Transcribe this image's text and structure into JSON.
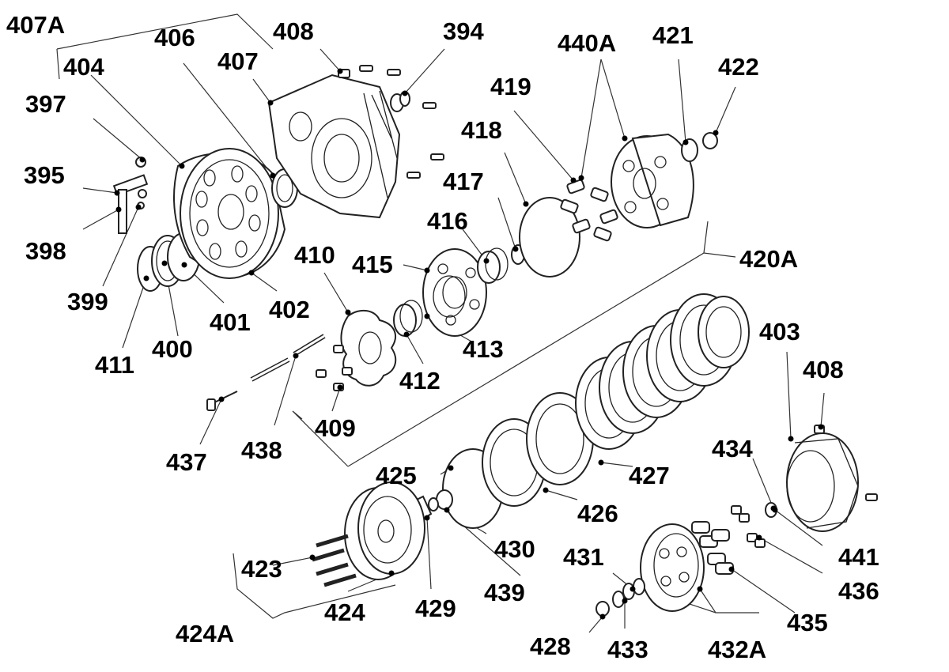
{
  "diagram": {
    "labels": [
      "407A",
      "404",
      "406",
      "408",
      "407",
      "394",
      "397",
      "395",
      "398",
      "399",
      "411",
      "400",
      "401",
      "402",
      "410",
      "415",
      "412",
      "413",
      "409",
      "437",
      "438",
      "416",
      "417",
      "418",
      "419",
      "440A",
      "421",
      "422",
      "420A",
      "403",
      "408",
      "425",
      "426",
      "427",
      "430",
      "439",
      "429",
      "424",
      "423",
      "424A",
      "434",
      "441",
      "436",
      "431",
      "428",
      "433",
      "432A",
      "435"
    ]
  }
}
